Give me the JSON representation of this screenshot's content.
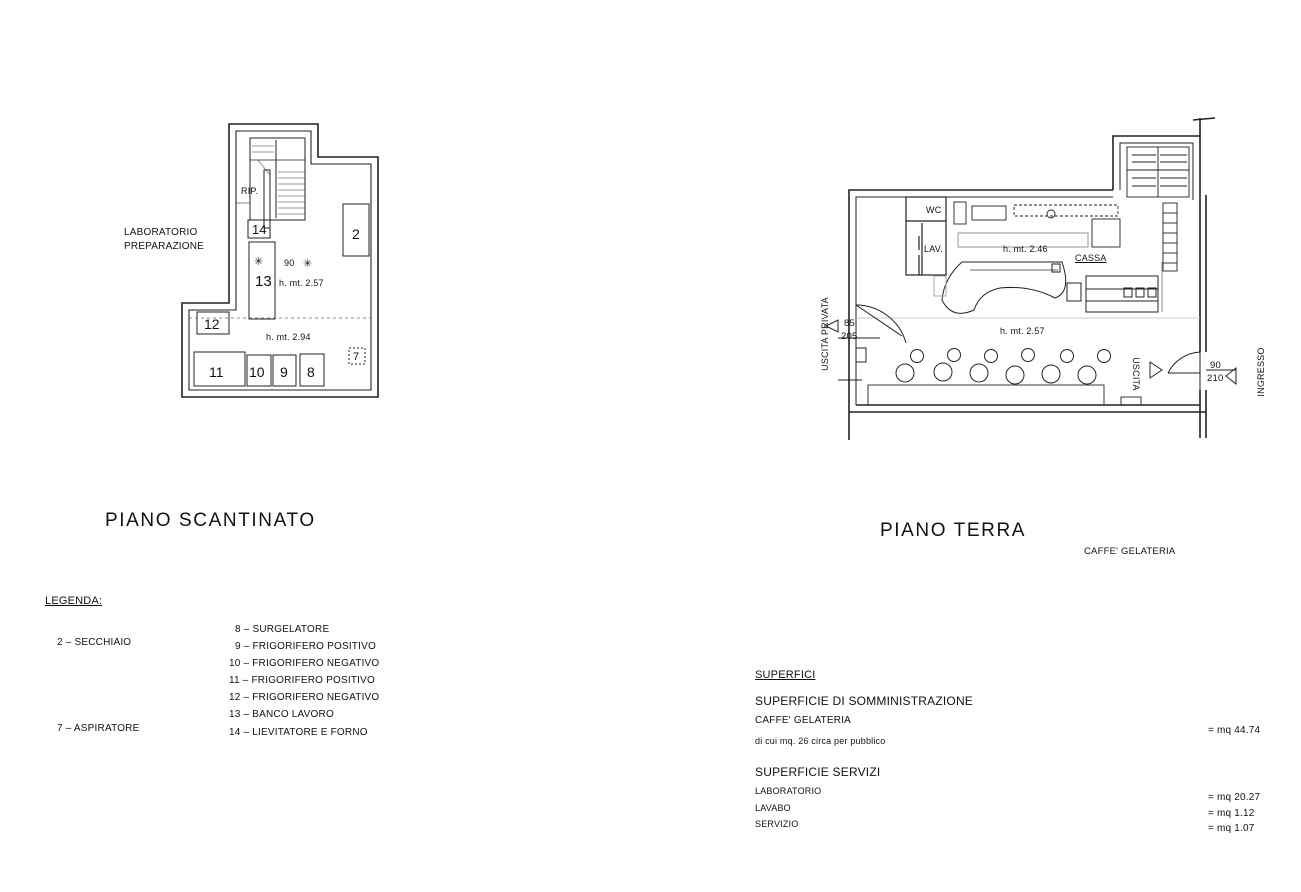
{
  "basement": {
    "title": "PIANO SCANTINATO",
    "room_label_line1": "LABORATORIO",
    "room_label_line2": "PREPARAZIONE",
    "rip": "RIP.",
    "door_90": "90",
    "height_upper": "h. mt. 2.57",
    "height_lower": "h. mt. 2.94",
    "item_numbers": [
      "2",
      "7",
      "8",
      "9",
      "10",
      "11",
      "12",
      "13",
      "14"
    ]
  },
  "ground": {
    "title": "PIANO TERRA",
    "subtitle": "CAFFE' GELATERIA",
    "wc": "WC",
    "lav": "LAV.",
    "height_back": "h. mt. 2.46",
    "height_front": "h. mt. 2.57",
    "cassa": "CASSA",
    "private_exit": "USCITA PRIVATA",
    "private_door_w": "85",
    "private_door_h": "205",
    "exit": "USCITA",
    "entrance": "INGRESSO",
    "entrance_door_w": "90",
    "entrance_door_h": "210"
  },
  "legend": {
    "heading": "LEGENDA:",
    "left": [
      "2 – SECCHIAIO",
      "7 – ASPIRATORE"
    ],
    "right": [
      "8 – SURGELATORE",
      "9 – FRIGORIFERO POSITIVO",
      "10 – FRIGORIFERO NEGATIVO",
      "11 – FRIGORIFERO POSITIVO",
      "12 – FRIGORIFERO NEGATIVO",
      "13 – BANCO LAVORO",
      "14 – LIEVITATORE E FORNO"
    ]
  },
  "areas": {
    "heading": "SUPERFICI",
    "service_area_title": "SUPERFICIE DI SOMMINISTRAZIONE",
    "service_area_name": "CAFFE' GELATERIA",
    "service_area_note": "di cui mq. 26 circa per pubblico",
    "service_area_value": "= mq 44.74",
    "services_title": "SUPERFICIE SERVIZI",
    "services": [
      {
        "name": "LABORATORIO",
        "value": "= mq 20.27"
      },
      {
        "name": "LAVABO",
        "value": "= mq 1.12"
      },
      {
        "name": "SERVIZIO",
        "value": "= mq 1.07"
      }
    ]
  }
}
